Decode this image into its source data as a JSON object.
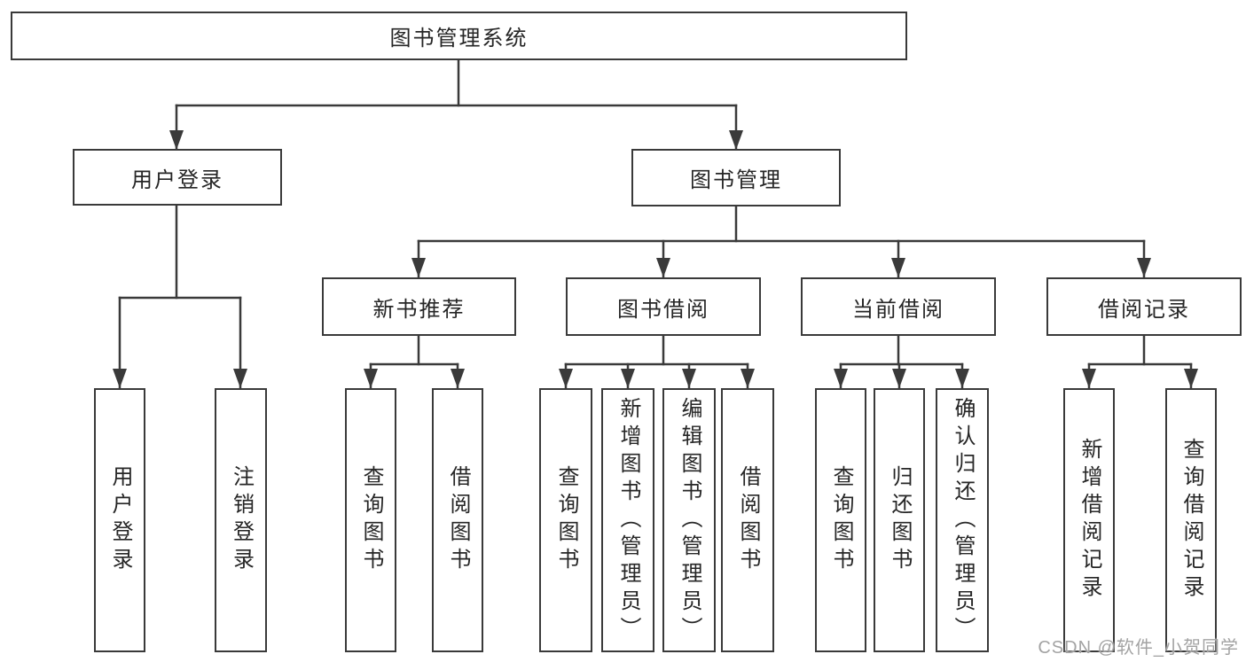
{
  "diagram": {
    "root": {
      "label": "图书管理系统"
    },
    "level1": [
      {
        "label": "用户登录",
        "leaves": [
          {
            "label": "用户登录"
          },
          {
            "label": "注销登录"
          }
        ]
      },
      {
        "label": "图书管理",
        "children": [
          {
            "label": "新书推荐",
            "leaves": [
              {
                "label": "查询图书"
              },
              {
                "label": "借阅图书"
              }
            ]
          },
          {
            "label": "图书借阅",
            "leaves": [
              {
                "label": "查询图书"
              },
              {
                "label": "新增图书（管理员）"
              },
              {
                "label": "编辑图书（管理员）"
              },
              {
                "label": "借阅图书"
              }
            ]
          },
          {
            "label": "当前借阅",
            "leaves": [
              {
                "label": "查询图书"
              },
              {
                "label": "归还图书"
              },
              {
                "label": "确认归还（管理员）"
              }
            ]
          },
          {
            "label": "借阅记录",
            "leaves": [
              {
                "label": "新增借阅记录"
              },
              {
                "label": "查询借阅记录"
              }
            ]
          }
        ]
      }
    ]
  },
  "watermark": {
    "text": "CSDN @软件_小贺同学"
  },
  "colors": {
    "line": "#3a3a3a",
    "box_border": "#3a3a3a",
    "text": "#262626",
    "background": "#ffffff",
    "watermark": "#a3a3a3"
  }
}
